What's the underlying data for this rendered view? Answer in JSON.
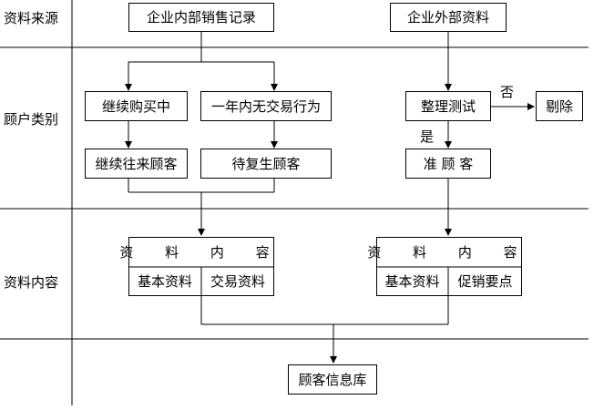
{
  "rows": {
    "source_label": "资料来源",
    "category_label": "顾户类别",
    "content_label": "资料内容"
  },
  "nodes": {
    "internal_sales": "企业内部销售记录",
    "external_data": "企业外部资料",
    "continue_buying": "继续购买中",
    "no_trade_year": "一年内无交易行为",
    "organize_test": "整理测试",
    "delete": "剔除",
    "continuing_customer": "继续往来顾客",
    "revive_customer": "待复生顾客",
    "prospect_customer": "准 顾 客",
    "customer_db": "顾客信息库"
  },
  "edge_labels": {
    "no": "否",
    "yes": "是"
  },
  "content_box_left": {
    "title": "资 料 内 容",
    "basic": "基本资料",
    "trade": "交易资料"
  },
  "content_box_right": {
    "title": "资 料 内 容",
    "basic": "基本资料",
    "promo": "促销要点"
  }
}
